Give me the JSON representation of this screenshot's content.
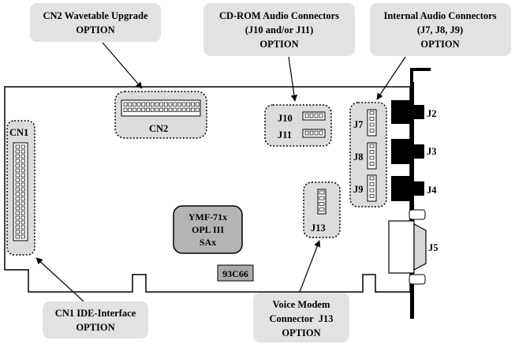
{
  "callouts": {
    "cn2": [
      "CN2 Wavetable Upgrade",
      "OPTION"
    ],
    "cdrom": [
      "CD-ROM Audio Connectors",
      "(J10 and/or J11)",
      "OPTION"
    ],
    "internal": [
      "Internal Audio Connectors",
      "(J7, J8, J9)",
      "OPTION"
    ],
    "cn1": [
      "CN1 IDE-Interface",
      "OPTION"
    ],
    "modem": [
      "Voice Modem",
      "Connector  J13",
      "OPTION"
    ]
  },
  "labels": {
    "cn1": "CN1",
    "cn2": "CN2",
    "j10": "J10",
    "j11": "J11",
    "j7": "J7",
    "j8": "J8",
    "j9": "J9",
    "j13": "J13",
    "j2": "J2",
    "j3": "J3",
    "j4": "J4",
    "j5": "J5",
    "eeprom": "93C66"
  },
  "chip": [
    "YMF-71x",
    "OPL III",
    "SAx"
  ],
  "colors": {
    "callout_fill": "#e2e2e2",
    "dashed_fill": "#dcdcdc",
    "chip_fill": "#b4b4b4",
    "eeprom_fill": "#a8a8a8",
    "line": "#000000"
  }
}
